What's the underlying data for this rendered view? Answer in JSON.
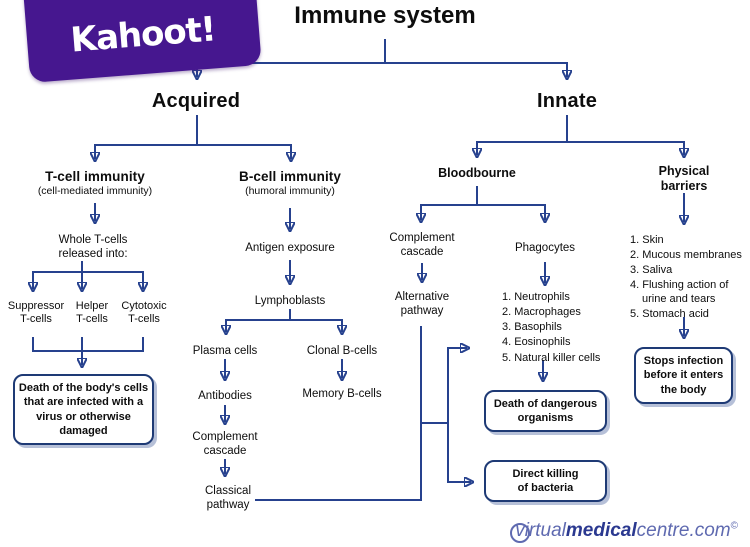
{
  "logo": {
    "brand": "Kahoot!"
  },
  "title": "Immune system",
  "acquired": {
    "label": "Acquired",
    "tcell": {
      "heading": "T-cell immunity",
      "subheading": "(cell-mediated immunity)",
      "whole_tcells": "Whole T-cells\nreleased into:",
      "types": [
        "Suppressor\nT-cells",
        "Helper\nT-cells",
        "Cytotoxic\nT-cells"
      ],
      "outcome": "Death of the body's cells\nthat are infected with a\nvirus or otherwise\ndamaged"
    },
    "bcell": {
      "heading": "B-cell immunity",
      "subheading": "(humoral immunity)",
      "antigen_exposure": "Antigen exposure",
      "lymphoblasts": "Lymphoblasts",
      "plasma_cells": "Plasma cells",
      "clonal_bcells": "Clonal B-cells",
      "antibodies": "Antibodies",
      "memory_bcells": "Memory B-cells",
      "complement_cascade": "Complement\ncascade",
      "classical_pathway": "Classical\npathway"
    }
  },
  "innate": {
    "label": "Innate",
    "bloodbourne": {
      "heading": "Bloodbourne",
      "complement_cascade": "Complement\ncascade",
      "alternative_pathway": "Alternative\npathway",
      "phagocytes_heading": "Phagocytes",
      "phagocytes": [
        "1. Neutrophils",
        "2. Macrophages",
        "3. Basophils",
        "4. Eosinophils",
        "5. Natural killer cells"
      ],
      "outcome_death": "Death of dangerous\norganisms",
      "outcome_direct_killing": "Direct killing\nof bacteria"
    },
    "physical_barriers": {
      "heading": "Physical barriers",
      "items": [
        "1. Skin",
        "2. Mucous membranes",
        "3. Saliva",
        "4. Flushing action of\nurine and tears",
        "5. Stomach acid"
      ],
      "outcome": "Stops infection\nbefore it enters\nthe body"
    }
  },
  "watermark": {
    "virtual": "virtual",
    "medical": "medical",
    "domain": "centre.com",
    "copyright": "©"
  },
  "colors": {
    "line": "#26418e",
    "kahoot_purple": "#46178f",
    "watermark_light": "#5f6ab0",
    "watermark_dark": "#2b3990"
  }
}
